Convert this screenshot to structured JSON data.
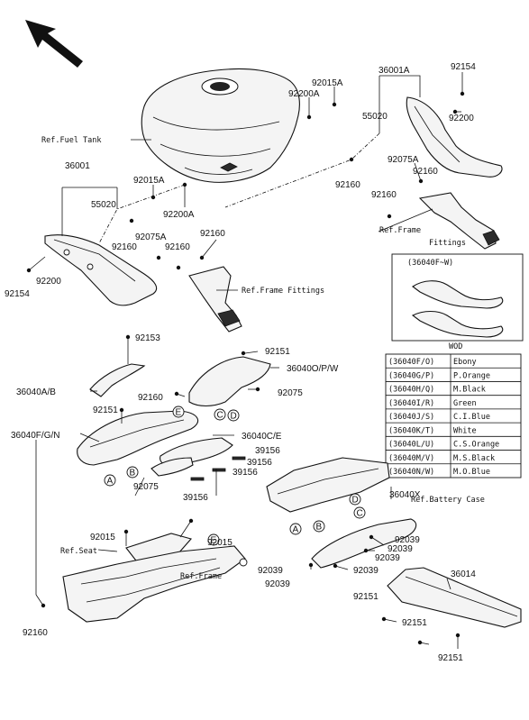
{
  "labels": {
    "ref_fuel_tank": "Ref.Fuel Tank",
    "ref_frame_fittings_1": "Ref.Frame Fittings",
    "ref_frame_fittings_2a": "Ref.Frame",
    "ref_frame_fittings_2b": "Fittings",
    "ref_battery_case": "Ref.Battery Case",
    "ref_seat": "Ref.Seat",
    "ref_frame": "Ref.Frame",
    "p36001": "36001",
    "p36001A": "36001A",
    "p55020_l": "55020",
    "p55020_r": "55020",
    "p92015A_1": "92015A",
    "p92015A_2": "92015A",
    "p92200A_1": "92200A",
    "p92200A_2": "92200A",
    "p92154_l": "92154",
    "p92154_r": "92154",
    "p92200_l": "92200",
    "p92200_r": "92200",
    "p92075A_l": "92075A",
    "p92075A_r": "92075A",
    "p92160_a": "92160",
    "p92160_b": "92160",
    "p92160_c": "92160",
    "p92160_d": "92160",
    "p92160_e": "92160",
    "p92160_f": "92160",
    "p92160_g": "92160",
    "p92160_h": "92160",
    "p92153": "92153",
    "p92151_a": "92151",
    "p92151_b": "92151",
    "p92151_c": "92151",
    "p92151_d": "92151",
    "p92151_e": "92151",
    "p36040AB": "36040A/B",
    "p36040OPW": "36040O/P/W",
    "p36040FGN": "36040F/G/N",
    "p36040CE": "36040C/E",
    "p36040X": "36040X",
    "p36014": "36014",
    "p92075_a": "92075",
    "p92075_b": "92075",
    "p39156_a": "39156",
    "p39156_b": "39156",
    "p39156_c": "39156",
    "p92015_a": "92015",
    "p92015_b": "92015",
    "p92039_a": "92039",
    "p92039_b": "92039",
    "p92039_c": "92039",
    "p92039_d": "92039",
    "p92039_e": "92039"
  },
  "callouts": [
    "A",
    "B",
    "C",
    "D",
    "E"
  ],
  "inset": {
    "title": "(36040F~W)",
    "caption": "WOD"
  },
  "color_table": [
    {
      "code": "(36040F/O)",
      "color": "Ebony"
    },
    {
      "code": "(36040G/P)",
      "color": "P.Orange"
    },
    {
      "code": "(36040H/Q)",
      "color": "M.Black"
    },
    {
      "code": "(36040I/R)",
      "color": "Green"
    },
    {
      "code": "(36040J/S)",
      "color": "C.I.Blue"
    },
    {
      "code": "(36040K/T)",
      "color": "White"
    },
    {
      "code": "(36040L/U)",
      "color": "C.S.Orange"
    },
    {
      "code": "(36040M/V)",
      "color": "M.S.Black"
    },
    {
      "code": "(36040N/W)",
      "color": "M.O.Blue"
    }
  ]
}
